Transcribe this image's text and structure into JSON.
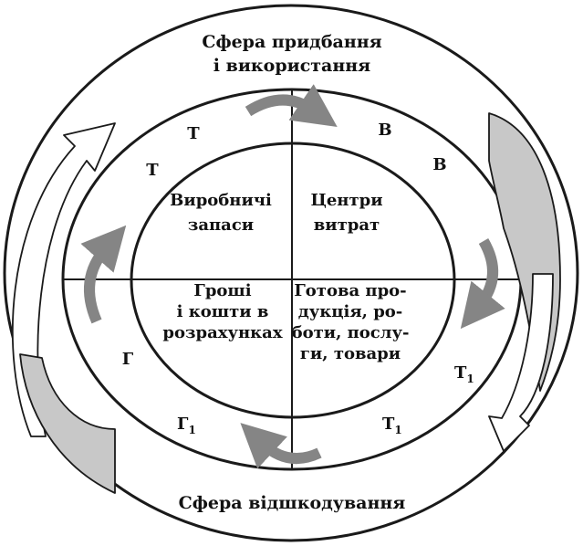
{
  "spheres": {
    "top_line1": "Сфера придбання",
    "top_line2": "і використання",
    "bottom": "Сфера відшкодування"
  },
  "quadrants": {
    "top_left": [
      "Виробничі",
      "запаси"
    ],
    "top_right": [
      "Центри",
      "витрат"
    ],
    "bottom_left": [
      "Гроші",
      "і кошти в",
      "розрахунках"
    ],
    "bottom_right": [
      "Готова про-",
      "дукція, ро-",
      "боти, послу-",
      "ги, товари"
    ]
  },
  "letters": {
    "t_upper": "Т",
    "t_lower": "Т",
    "v_upper": "В",
    "v_lower": "В",
    "g": "Г",
    "g1": "Г",
    "g1_sub": "1",
    "t1_right": "Т",
    "t1_right_sub": "1",
    "t1_bottom": "Т",
    "t1_bottom_sub": "1"
  },
  "colors": {
    "arrow_gray": "#858585",
    "arrow_light_gray": "#c8c8c8",
    "line": "#1a1a1a",
    "background": "#ffffff"
  }
}
